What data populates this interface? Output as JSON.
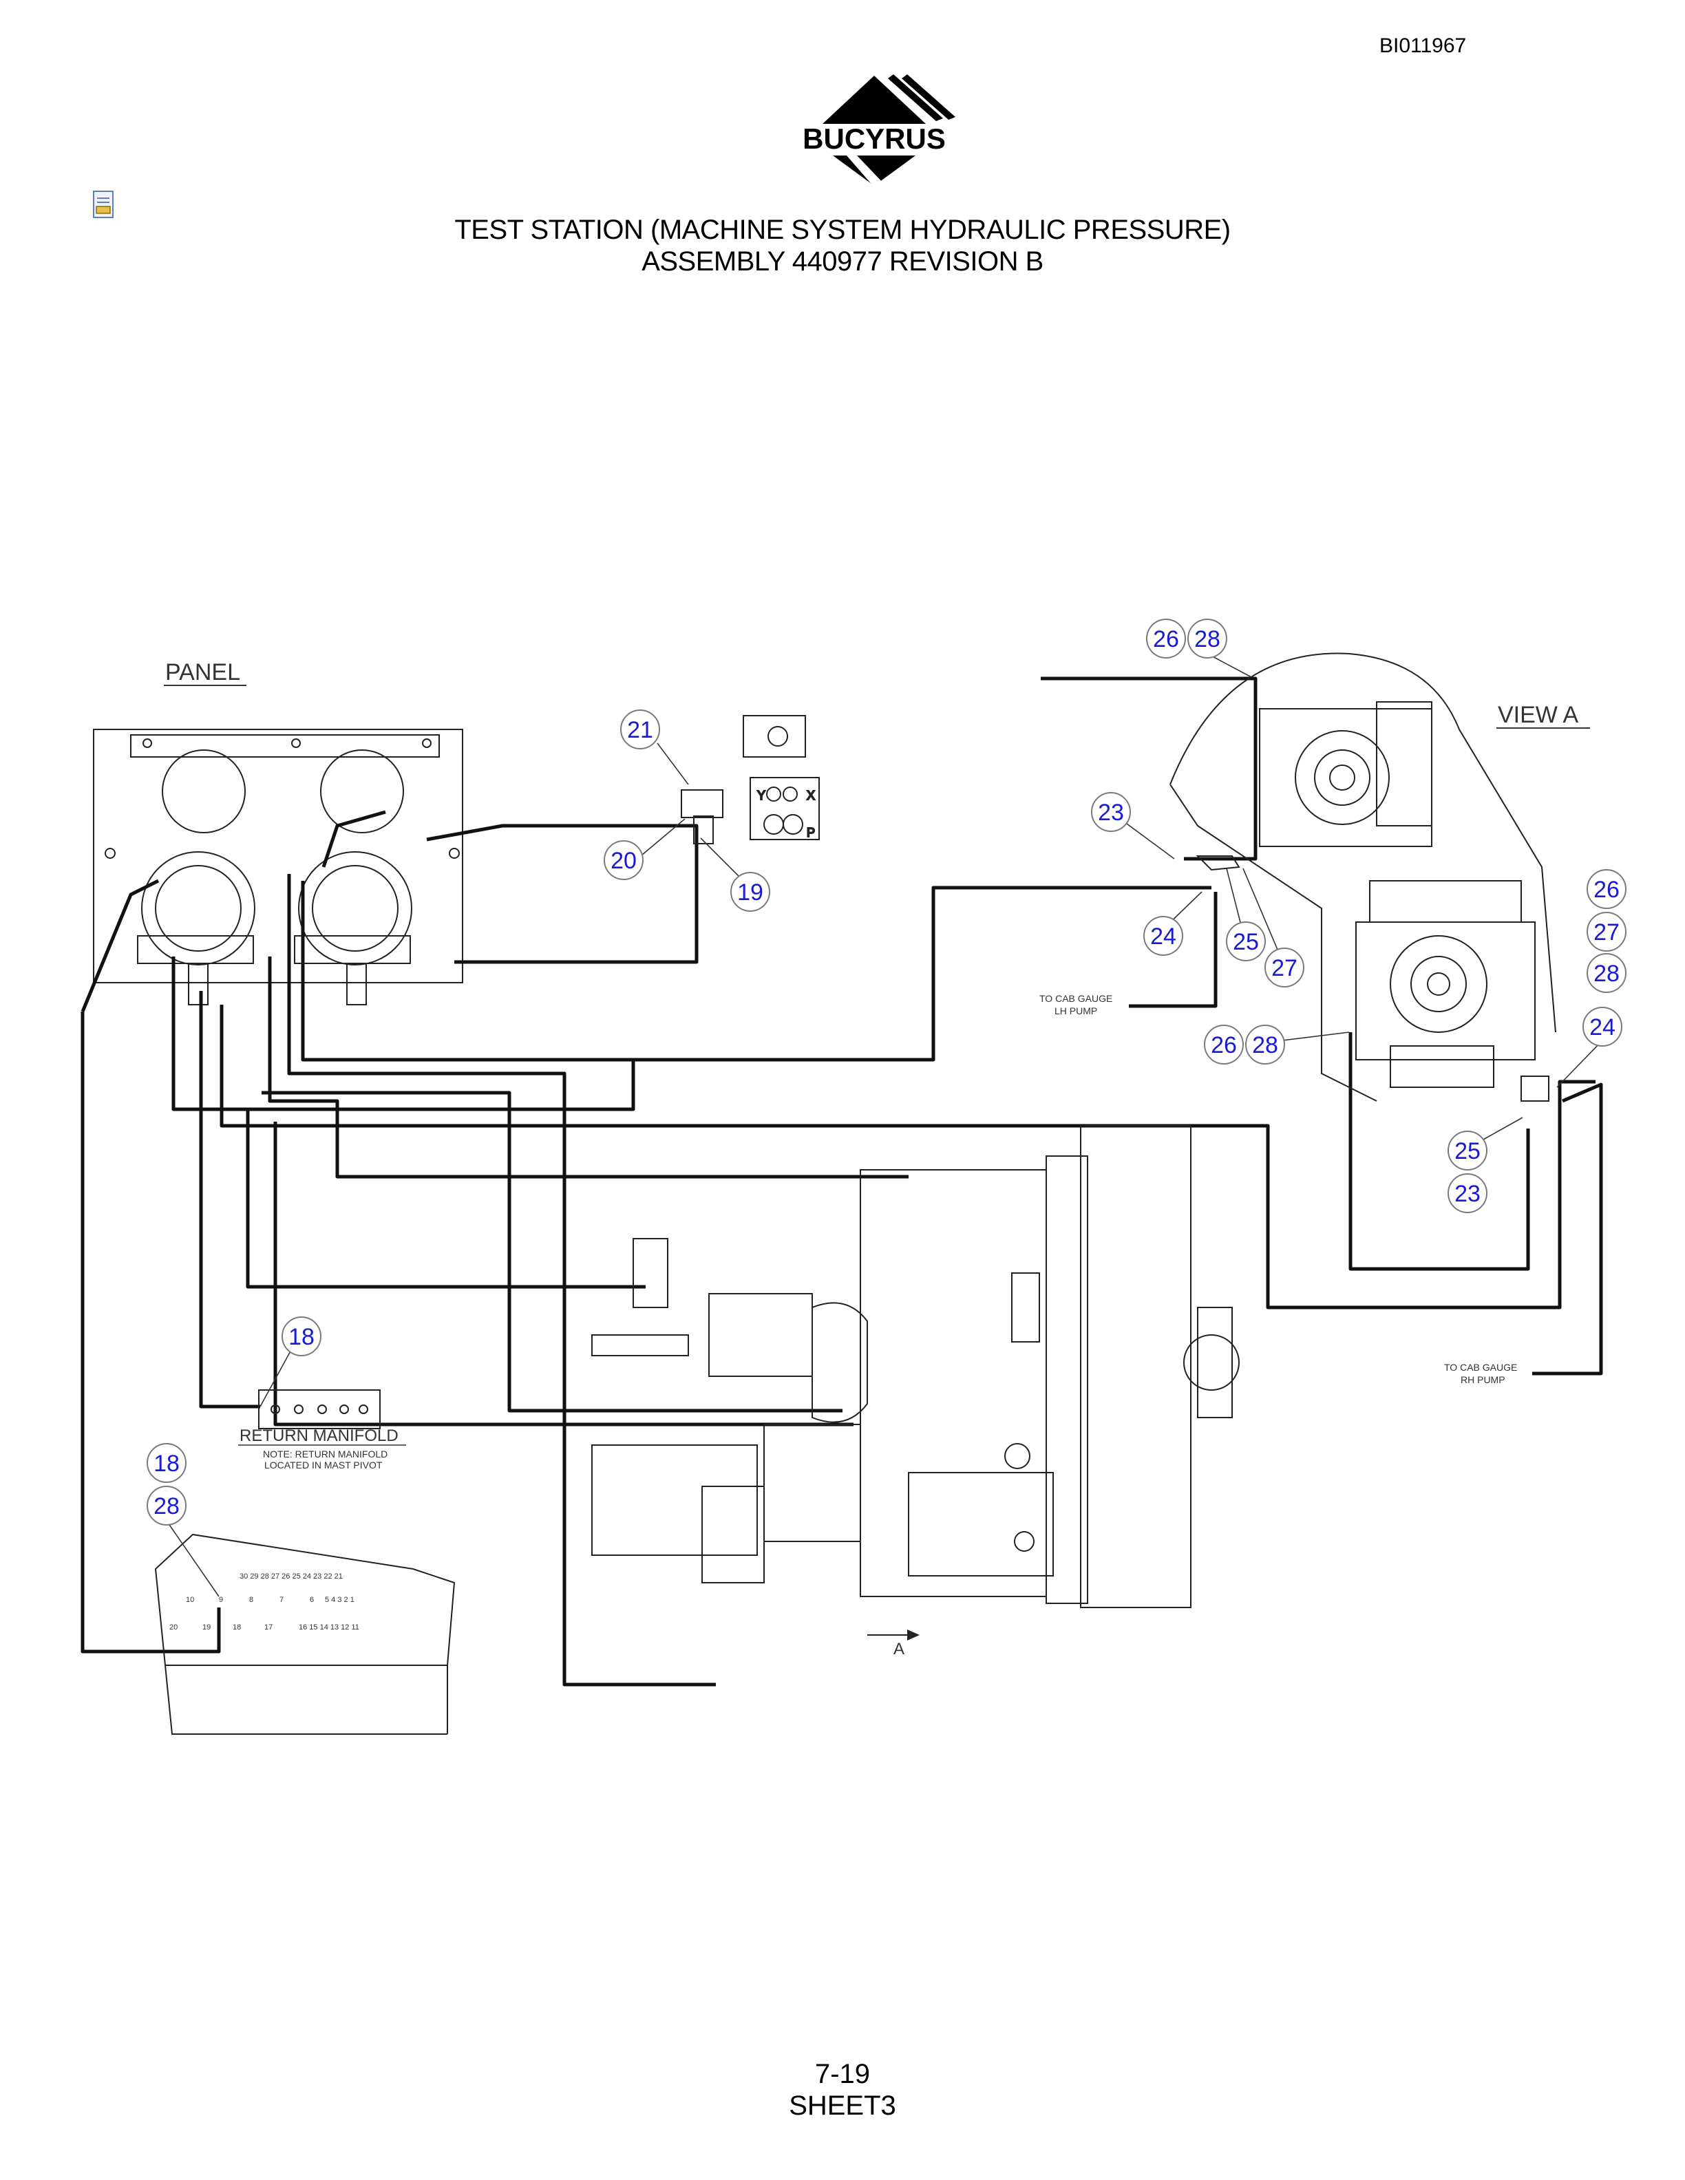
{
  "document_id": "BI011967",
  "logo_text": "BUCYRUS",
  "title_line1": "TEST STATION (MACHINE SYSTEM HYDRAULIC PRESSURE)",
  "title_line2": "ASSEMBLY 440977 REVISION B",
  "labels": {
    "panel": "PANEL",
    "view_a": "VIEW  A",
    "return_manifold": "RETURN  MANIFOLD",
    "return_note_1": "NOTE: RETURN MANIFOLD",
    "return_note_2": "LOCATED IN MAST PIVOT",
    "cab_lh_1": "TO CAB GAUGE",
    "cab_lh_2": "LH PUMP",
    "cab_rh_1": "TO CAB GAUGE",
    "cab_rh_2": "RH PUMP",
    "arrow_a": "A",
    "valve_y": "Y",
    "valve_x": "X",
    "valve_p": "P"
  },
  "callouts": [
    "18",
    "19",
    "20",
    "21",
    "23",
    "24",
    "25",
    "26",
    "27",
    "28"
  ],
  "page_number": "7-19",
  "sheet": "SHEET3"
}
